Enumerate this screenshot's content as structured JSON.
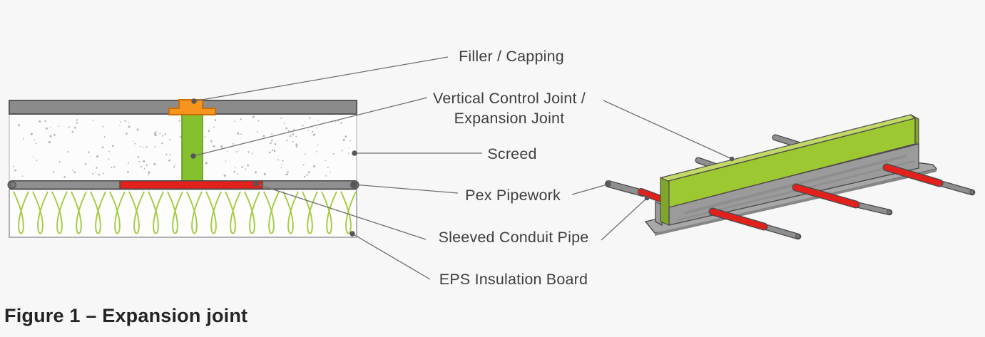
{
  "figure": {
    "caption": "Figure 1 – Expansion joint"
  },
  "labels": {
    "filler": "Filler / Capping",
    "vcj_line1": "Vertical Control Joint /",
    "vcj_line2": "Expansion Joint",
    "screed": "Screed",
    "pex": "Pex Pipework",
    "sleeved": "Sleeved Conduit Pipe",
    "eps": "EPS Insulation Board"
  },
  "colors": {
    "bg": "#f7f7f7",
    "label-text": "#3f3f3f",
    "caption-text": "#242424",
    "band-gray": "#8b8b8b",
    "outline-dark": "#55565a",
    "orange": "#f7941e",
    "orange-outline": "#c96e05",
    "joint-green": "#85c02f",
    "joint-green-outline": "#61971d",
    "red": "#e2211c",
    "pipe-gray": "#8f8f8f",
    "pipe-outline": "#4b4b4b",
    "screed-fill": "#fcfcfc",
    "speckle": "#b5b5b5",
    "eps-fill": "#fdfdfd",
    "eps-border": "#9a9a9a",
    "eps-loop": "#a3ce44",
    "board-green": "#9ec832",
    "board-green-top": "#c3d967",
    "board-green-end": "#7fa62a",
    "steel": "#9b9b9b",
    "steel-flange": "#a8a8a8",
    "steel-edge": "#868686",
    "leader": "#6e6e6e",
    "dot": "#55565c"
  }
}
